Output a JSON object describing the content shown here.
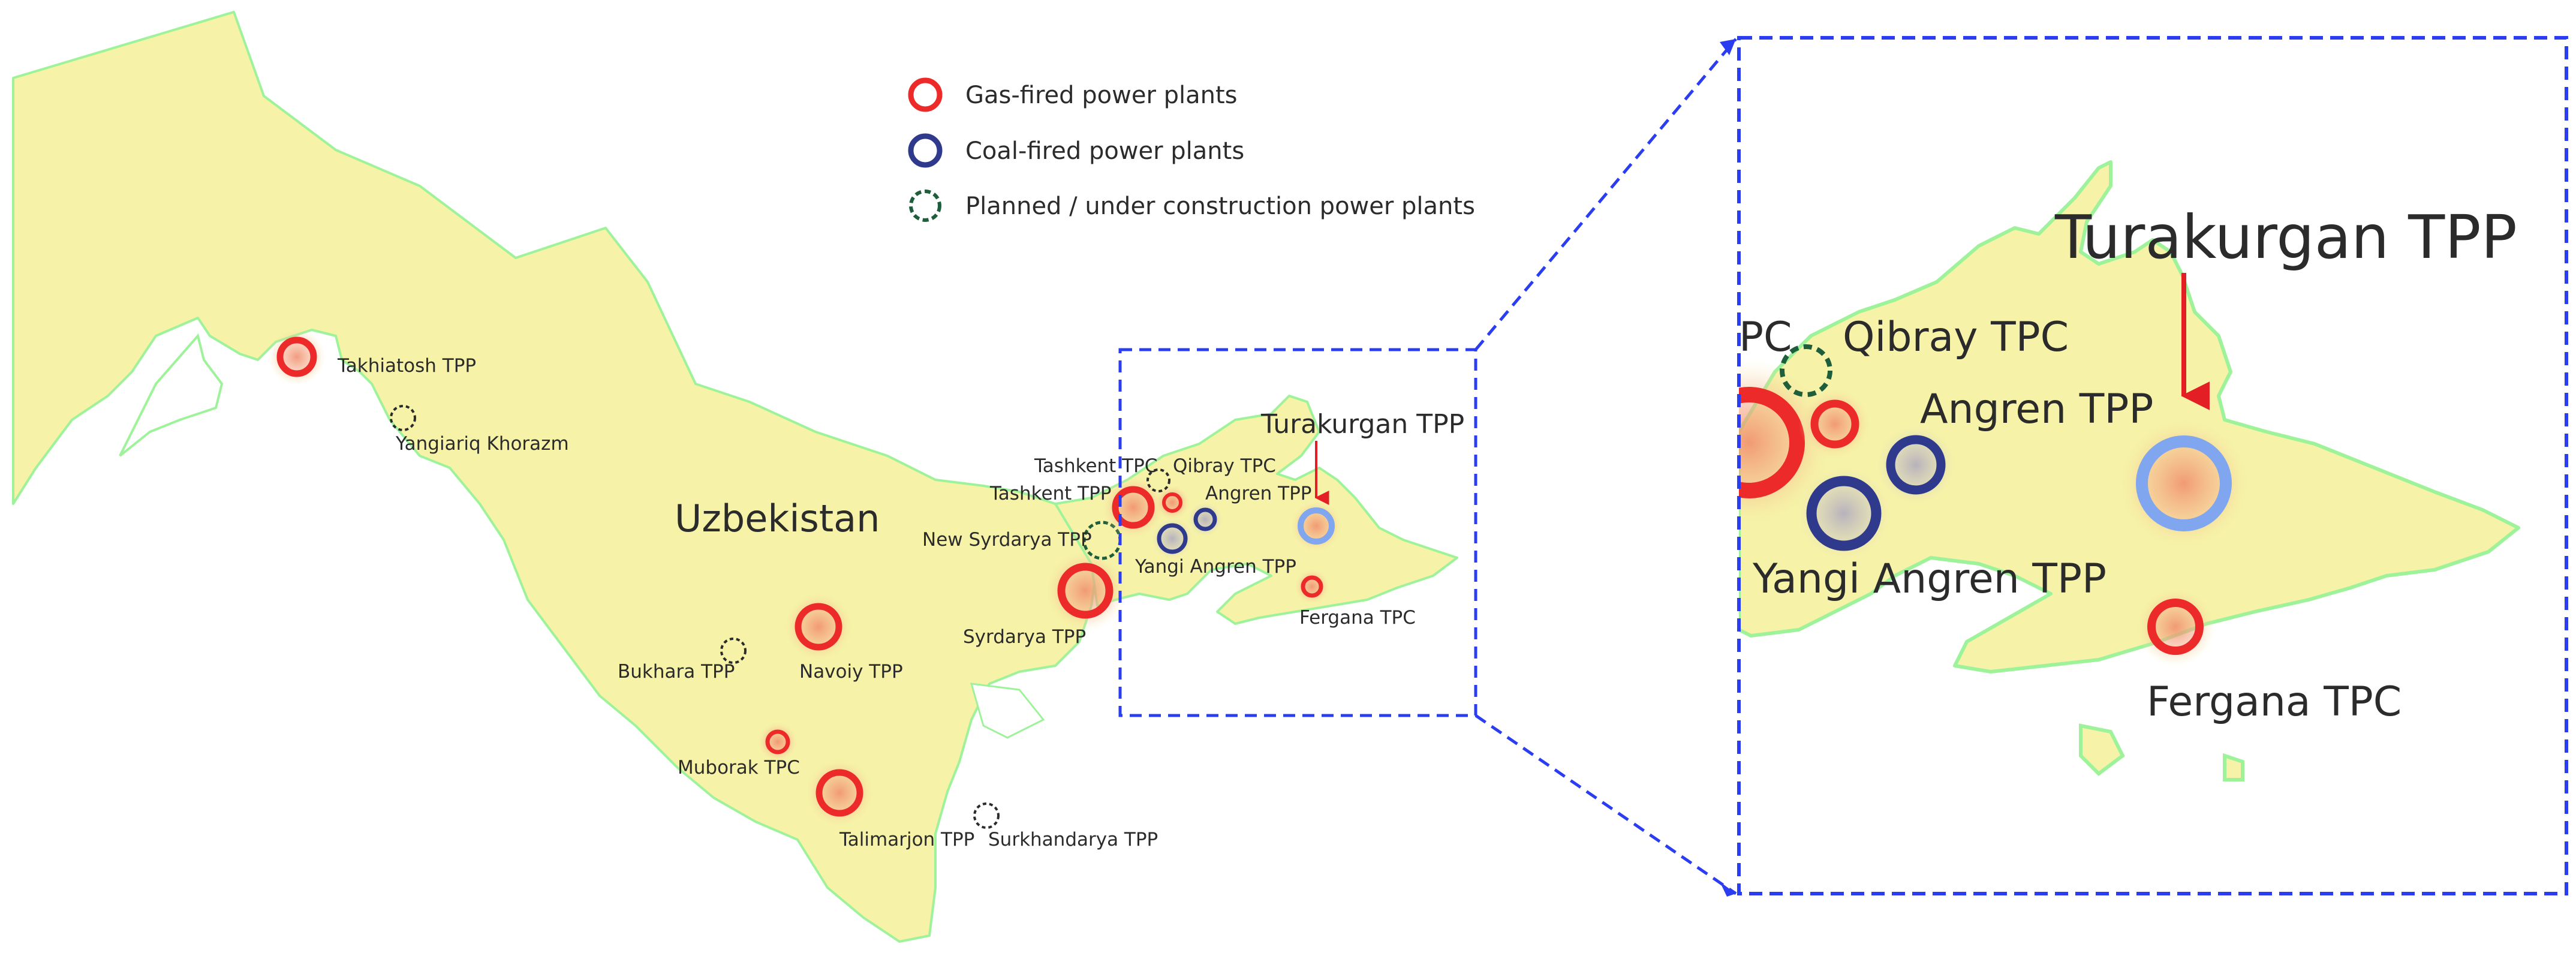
{
  "legend": {
    "gas": "Gas-fired power plants",
    "coal": "Coal-fired power plants",
    "planned": "Planned / under construction power plants"
  },
  "colors": {
    "land": "#f6f2a8",
    "border": "#9ef39a",
    "gas": "#ed2a2a",
    "coal": "#2f3a8c",
    "planned": "#1f5e3a",
    "highlight": "#7fa6ee",
    "frame": "#2b3df0",
    "arrow": "#e41e25"
  },
  "map": {
    "country": "Uzbekistan",
    "plants": {
      "takhiatosh": "Takhiatosh TPP",
      "yangiariq": "Yangiariq Khorazm",
      "bukhara": "Bukhara TPP",
      "navoiy": "Navoiy TPP",
      "muborak": "Muborak TPC",
      "talimarjon": "Talimarjon TPP",
      "surkhandarya": "Surkhandarya TPP",
      "syrdarya": "Syrdarya TPP",
      "new_syrdarya": "New Syrdarya TPP",
      "tashkent_tpp": "Tashkent TPP",
      "tashkent_tpc": "Tashkent TPC",
      "qibray": "Qibray TPC",
      "angren": "Angren TPP",
      "yangi_angren": "Yangi Angren TPP",
      "turakurgan": "Turakurgan TPP",
      "fergana": "Fergana TPC"
    }
  },
  "zoom": {
    "partial_tc": "PC",
    "qibray": "Qibray TPC",
    "angren": "Angren TPP",
    "yangi_angren": "Yangi Angren TPP",
    "turakurgan": "Turakurgan TPP",
    "fergana": "Fergana TPC"
  }
}
